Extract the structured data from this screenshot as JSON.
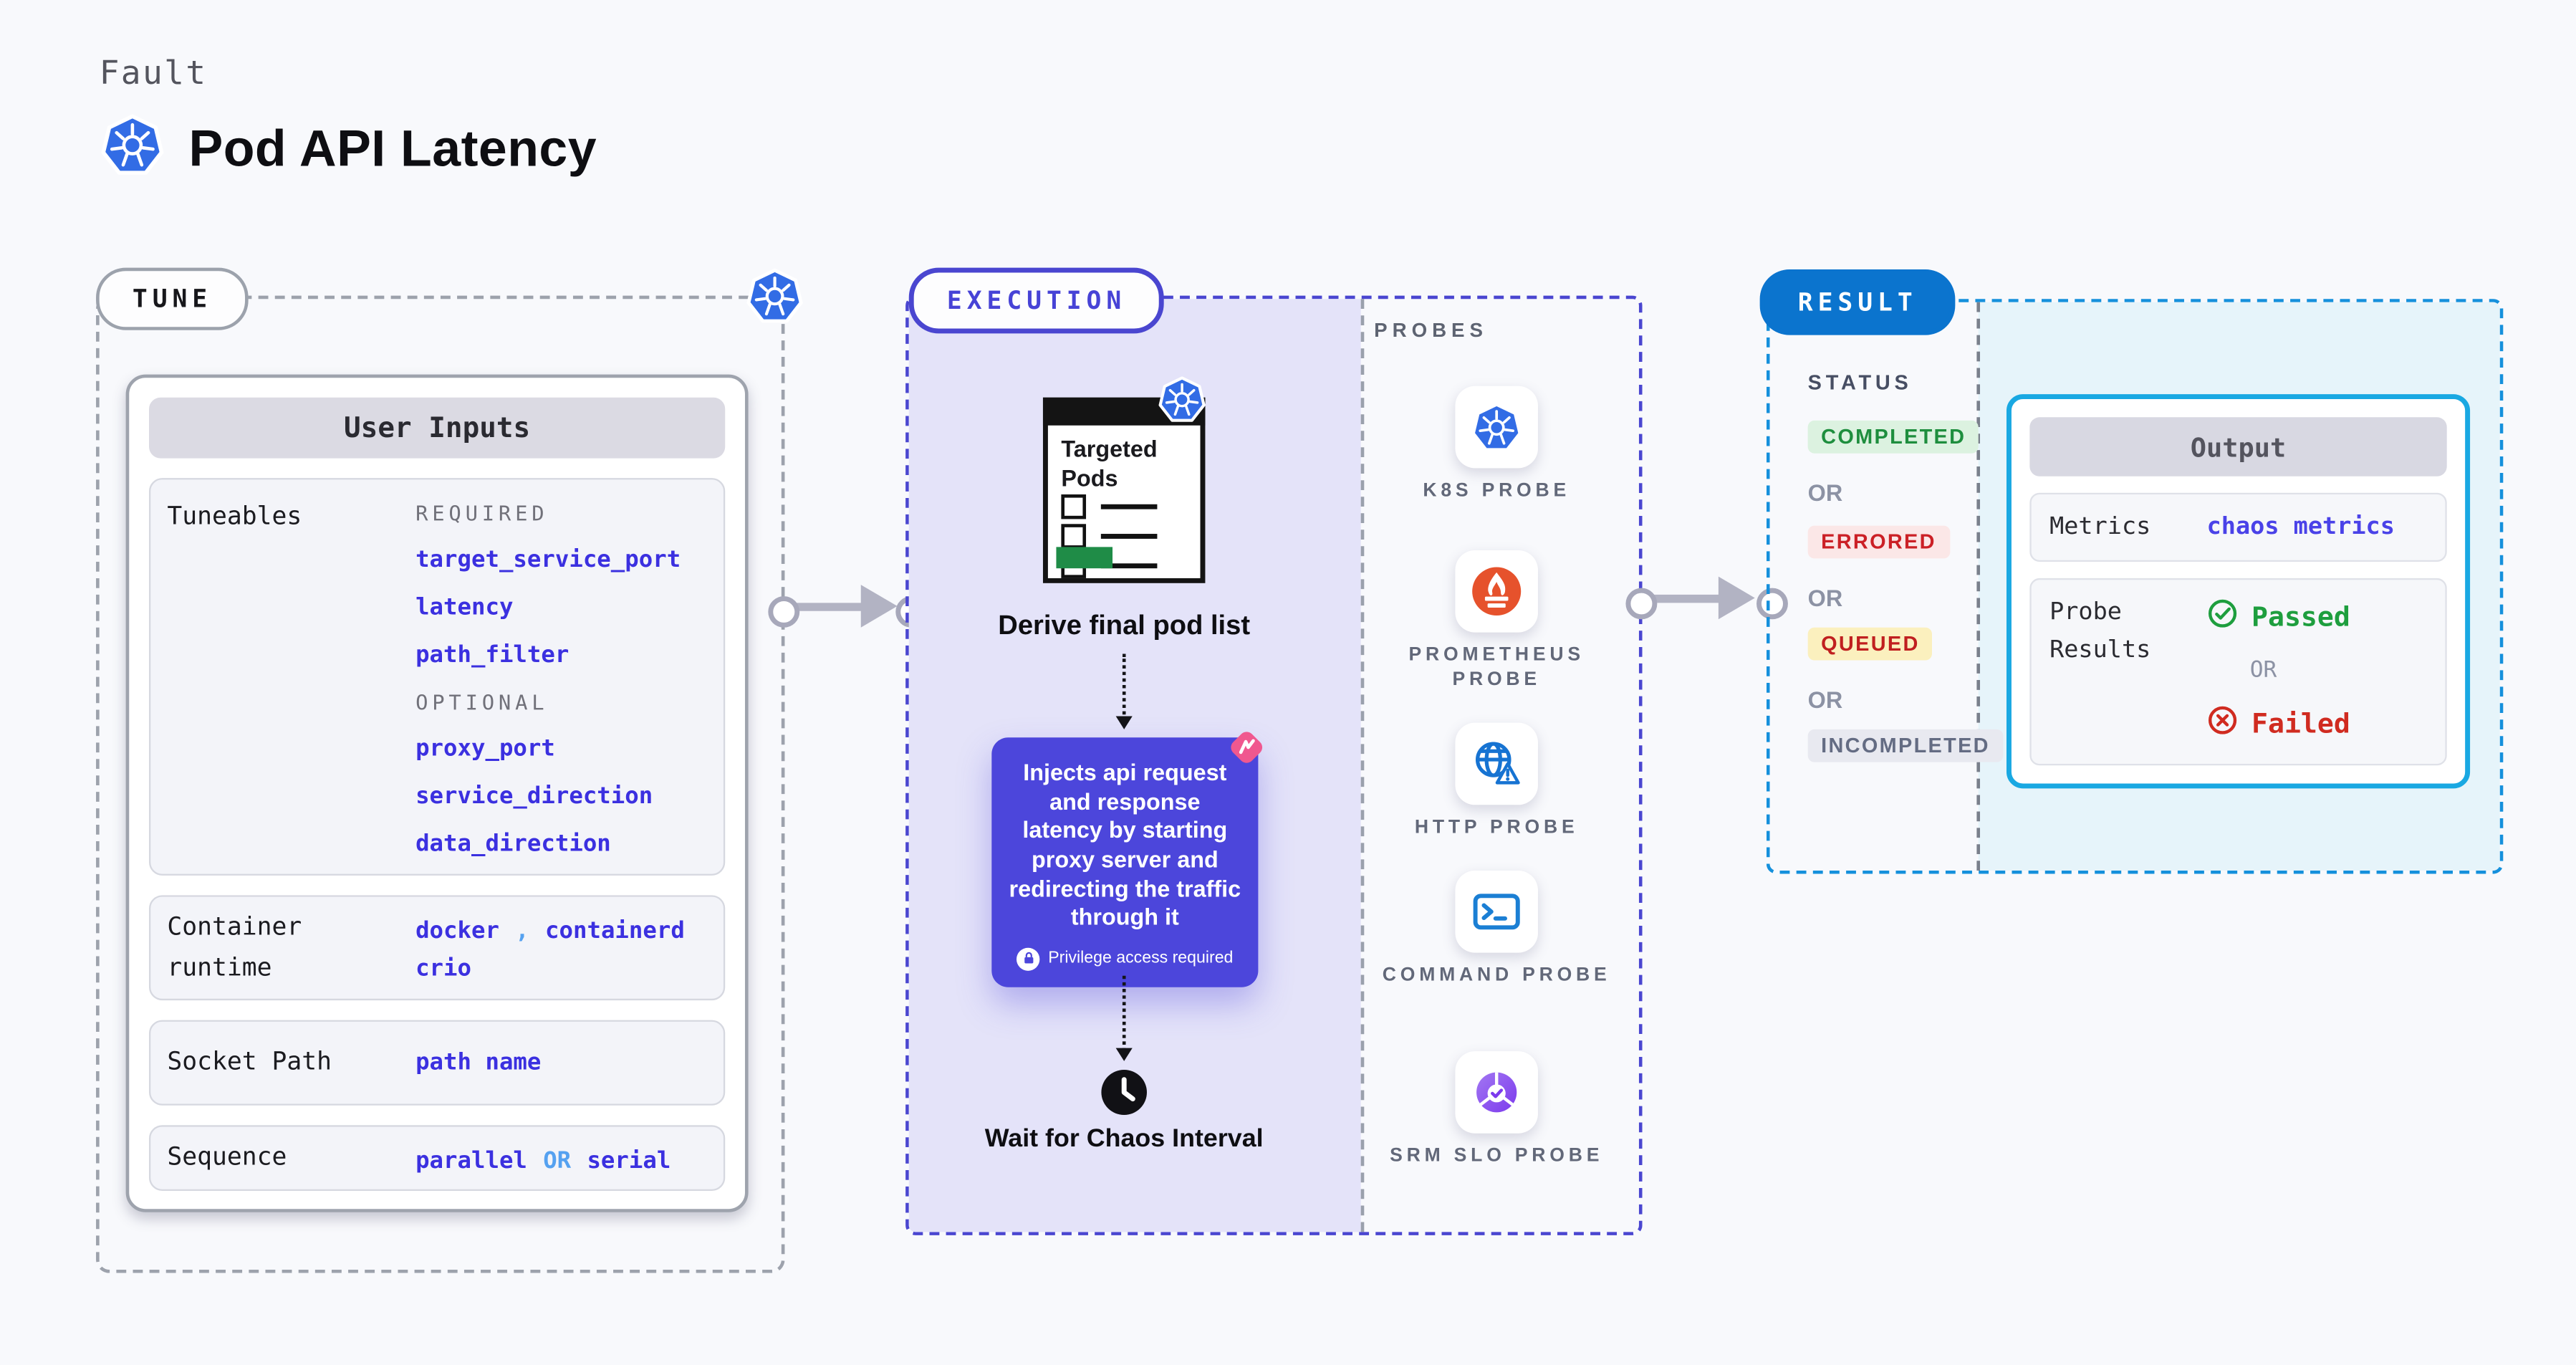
{
  "header": {
    "category_label": "Fault",
    "title": "Pod API Latency",
    "icon": "kubernetes-icon"
  },
  "tune": {
    "badge_label": "TUNE",
    "user_inputs": {
      "title": "User Inputs",
      "tuneables_label": "Tuneables",
      "required_label": "REQUIRED",
      "required_params": [
        "target_service_port",
        "latency",
        "path_filter"
      ],
      "optional_label": "OPTIONAL",
      "optional_params": [
        "proxy_port",
        "service_direction",
        "data_direction"
      ],
      "container_runtime_label": "Container runtime",
      "container_runtime_values": [
        "docker",
        "containerd",
        "crio"
      ],
      "container_runtime_separator": ",",
      "socket_path_label": "Socket Path",
      "socket_path_value": "path name",
      "sequence_label": "Sequence",
      "sequence_value_1": "parallel",
      "sequence_or": "OR",
      "sequence_value_2": "serial"
    }
  },
  "execution": {
    "badge_label": "EXECUTION",
    "targeted_pods_title": "Targeted Pods",
    "derive_label": "Derive final pod list",
    "inject_description": "Injects api request and response latency by starting proxy server and redirecting the traffic through it",
    "privilege_note": "Privilege access required",
    "wait_label": "Wait for Chaos Interval"
  },
  "probes": {
    "title": "PROBES",
    "items": [
      {
        "label": "K8S PROBE",
        "icon": "kubernetes-icon"
      },
      {
        "label": "PROMETHEUS PROBE",
        "icon": "prometheus-icon"
      },
      {
        "label": "HTTP PROBE",
        "icon": "globe-alert-icon"
      },
      {
        "label": "COMMAND PROBE",
        "icon": "terminal-icon"
      },
      {
        "label": "SRM SLO PROBE",
        "icon": "slo-pie-icon"
      }
    ]
  },
  "result": {
    "badge_label": "RESULT",
    "status_label": "STATUS",
    "or_label": "OR",
    "statuses": [
      {
        "label": "COMPLETED",
        "text_color": "#1E8E3E",
        "bg_color": "#DCF2E0"
      },
      {
        "label": "ERRORED",
        "text_color": "#CB2026",
        "bg_color": "#FBE7E7"
      },
      {
        "label": "QUEUED",
        "text_color": "#C01F1F",
        "bg_color": "#FBF0BE"
      },
      {
        "label": "INCOMPLETED",
        "text_color": "#646C83",
        "bg_color": "#E8E9F0"
      }
    ],
    "output": {
      "title": "Output",
      "metrics_label": "Metrics",
      "metrics_value": "chaos metrics",
      "probe_results_label": "Probe Results",
      "passed_label": "Passed",
      "or_label": "OR",
      "failed_label": "Failed"
    }
  },
  "colors": {
    "background": "#F8F9FC",
    "accent_indigo": "#4C46DB",
    "accent_blue": "#0B74CE",
    "accent_cyan": "#19A8E2",
    "code_text": "#3B30E0",
    "code_secondary": "#55A1F0",
    "passed_green": "#1E9E3E",
    "failed_red": "#D02B20",
    "kubernetes_blue": "#326CE5",
    "prometheus_orange": "#E6522C",
    "execution_panel_fill": "#E4E3F9",
    "result_panel_fill": "#E6F4FA",
    "pink_icon": "#F0588F",
    "targeted_pods_green": "#1F8C47"
  }
}
